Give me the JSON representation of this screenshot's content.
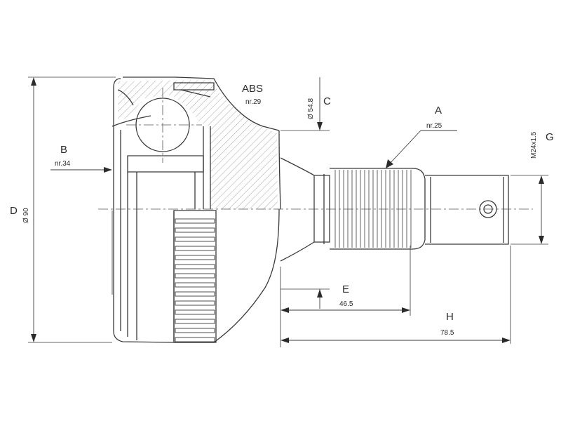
{
  "labels": {
    "abs": "ABS",
    "abs_nr": "nr.29",
    "a": "A",
    "a_nr": "nr.25",
    "b": "B",
    "b_nr": "nr.34",
    "c": "C",
    "c_value": "Ø 54.8",
    "d": "D",
    "d_value": "Ø 90",
    "e": "E",
    "e_value": "46.5",
    "g": "G",
    "g_value": "M24x1.5",
    "h": "H",
    "h_value": "78.5"
  }
}
